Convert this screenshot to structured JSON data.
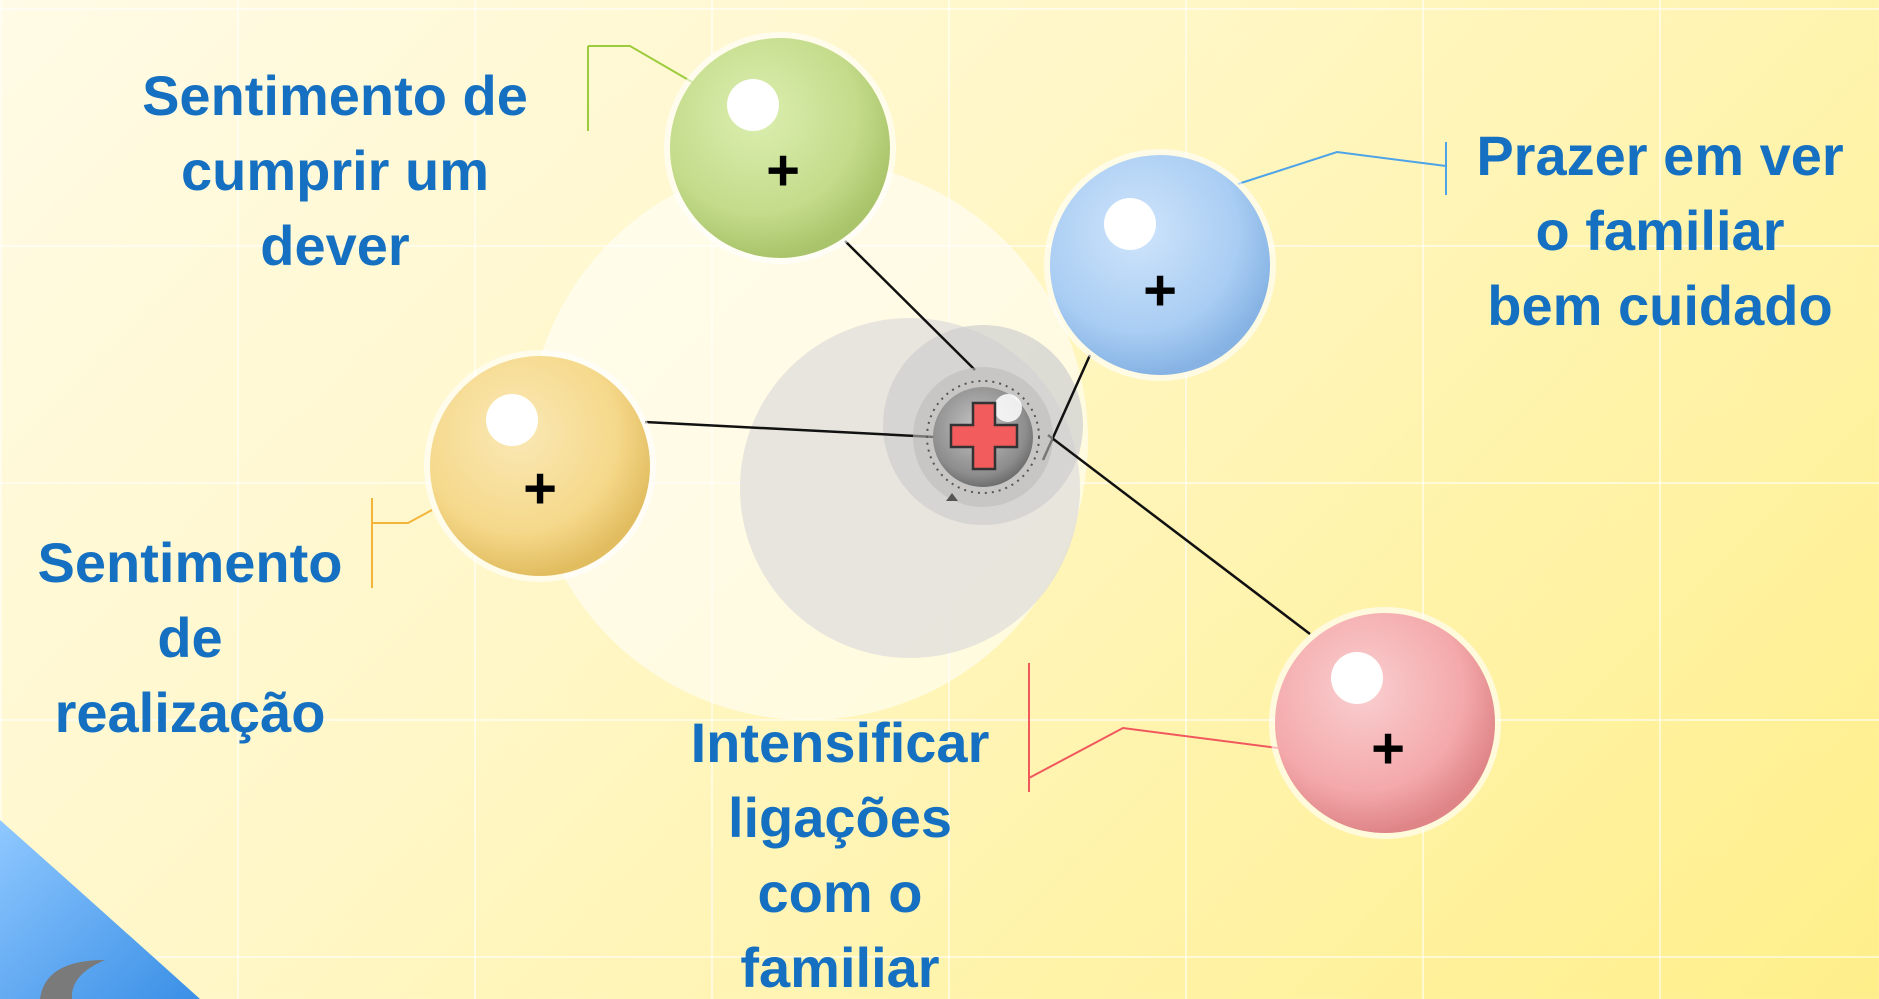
{
  "nodes": {
    "green": {
      "label_lines": [
        "Sentimento de",
        "cumprir um",
        "dever"
      ],
      "symbol": "+",
      "color": "#c3db8a",
      "leader_color": "#9ccb3b"
    },
    "blue": {
      "label_lines": [
        "Prazer em ver",
        "o familiar",
        "bem cuidado"
      ],
      "symbol": "+",
      "color": "#a9cdf3",
      "leader_color": "#4da3e8"
    },
    "yellow": {
      "label_lines": [
        "Sentimento",
        "de",
        "realização"
      ],
      "symbol": "+",
      "color": "#f5d88a",
      "leader_color": "#f2b53a"
    },
    "pink": {
      "label_lines": [
        "Intensificar",
        "ligações",
        "com o",
        "familiar"
      ],
      "symbol": "+",
      "color": "#f4a9ab",
      "leader_color": "#f0585e"
    }
  },
  "hub": {
    "symbol": "medical-cross",
    "cross_color": "#f25c5c"
  },
  "colors": {
    "label_text": "#1670c1",
    "connector": "#111111"
  }
}
